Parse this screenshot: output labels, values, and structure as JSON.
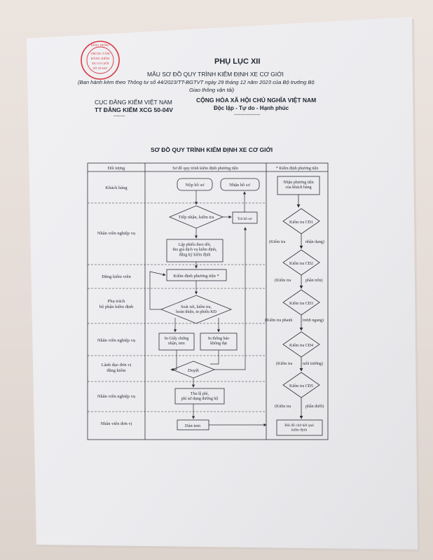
{
  "header": {
    "appendix": "PHỤ LỤC XII",
    "form_title": "MẪU SƠ ĐỒ QUY TRÌNH KIỂM ĐỊNH XE CƠ GIỚI",
    "issued_line1": "(Ban hành kèm theo Thông tư số 44/2023/TT-BGTVT ngày 29 tháng 12 năm 2023 của Bộ trưởng Bộ",
    "issued_line2": "Giao thông vận tải)"
  },
  "left_block": {
    "line1": "CỤC ĐĂNG KIỂM VIỆT NAM",
    "line2": "TT ĐĂNG KIỂM XCG 50-04V",
    "dashes": "-------"
  },
  "right_block": {
    "line1": "CỘNG HÒA XÃ HỘI CHỦ NGHĨA VIỆT NAM",
    "line2": "Độc lập - Tự do - Hạnh phúc",
    "dashes": "----------------"
  },
  "stamp": {
    "top": "ĐĂNG THỐNG",
    "line1": "TRUNG TÂM",
    "line2": "ĐĂNG KIỂM",
    "line3": "XE CƠ GIỚI",
    "line4": "SỐ 50-04V"
  },
  "diagram_title": "SƠ ĐỒ QUY TRÌNH KIỂM ĐỊNH XE CƠ GIỚI",
  "table": {
    "headers": [
      "Đối tượng",
      "Sơ đồ quy trình kiểm định phương tiện",
      "* Kiểm định phương tiện"
    ],
    "rows": [
      "Khách hàng",
      "Nhân viên nghiệp vụ",
      "Đăng kiểm viên",
      "Phụ trách\nbộ phận kiểm định",
      "Nhân viên nghiệp vụ",
      "Lãnh đạo đơn vị\nđăng kiểm",
      "Nhân viên nghiệp vụ",
      "Nhân viên đơn vị"
    ]
  },
  "flow": {
    "nop_ho_so": "Nộp hồ sơ",
    "nhan_ho_so": "Nhận hồ sơ",
    "tiep_nhan": "Tiếp nhận, kiểm tra",
    "tra_ho_so": "Trả hồ sơ",
    "lap_phieu": "Lập phiếu theo dõi,\nthu giá dịch vụ kiểm định,\nđăng ký kiểm định",
    "kiem_dinh": "Kiểm định phương tiện *",
    "soat_xet": "Soát xét, kiểm tra,\nhoàn thiện, in phiếu KĐ",
    "in_gcn": "In Giấy chứng\nnhận, tem",
    "in_thong_bao": "In thông báo\nkhông đạt",
    "duyet": "Duyệt",
    "thu_phi": "Thu lệ phí,\nphí sử dụng đường bộ",
    "dan_tem": "Dán tem"
  },
  "inspection": {
    "start": "Nhận phương tiện\ncủa khách hàng",
    "steps": [
      "Kiểm tra CĐ1",
      "Kiểm tra CĐ2",
      "Kiểm tra CĐ3",
      "Kiểm tra CĐ4",
      "Kiểm tra CĐ5"
    ],
    "notes": [
      [
        "(Kiểm tra",
        "nhận dạng)"
      ],
      [
        "(Kiểm tra",
        "phần trên)"
      ],
      [
        "(Kiểm tra phanh",
        "trượt ngang)"
      ],
      [
        "(Kiểm tra",
        "môi trường)"
      ],
      [
        "(Kiểm tra",
        "phần dưới)"
      ]
    ],
    "end": "Bãi đỗ chờ kết quả\nkiểm định"
  },
  "colors": {
    "paper": "#eeeef1",
    "ink": "#2b2f36",
    "stamp": "#d9363e",
    "wall": "#e4dbd6"
  }
}
